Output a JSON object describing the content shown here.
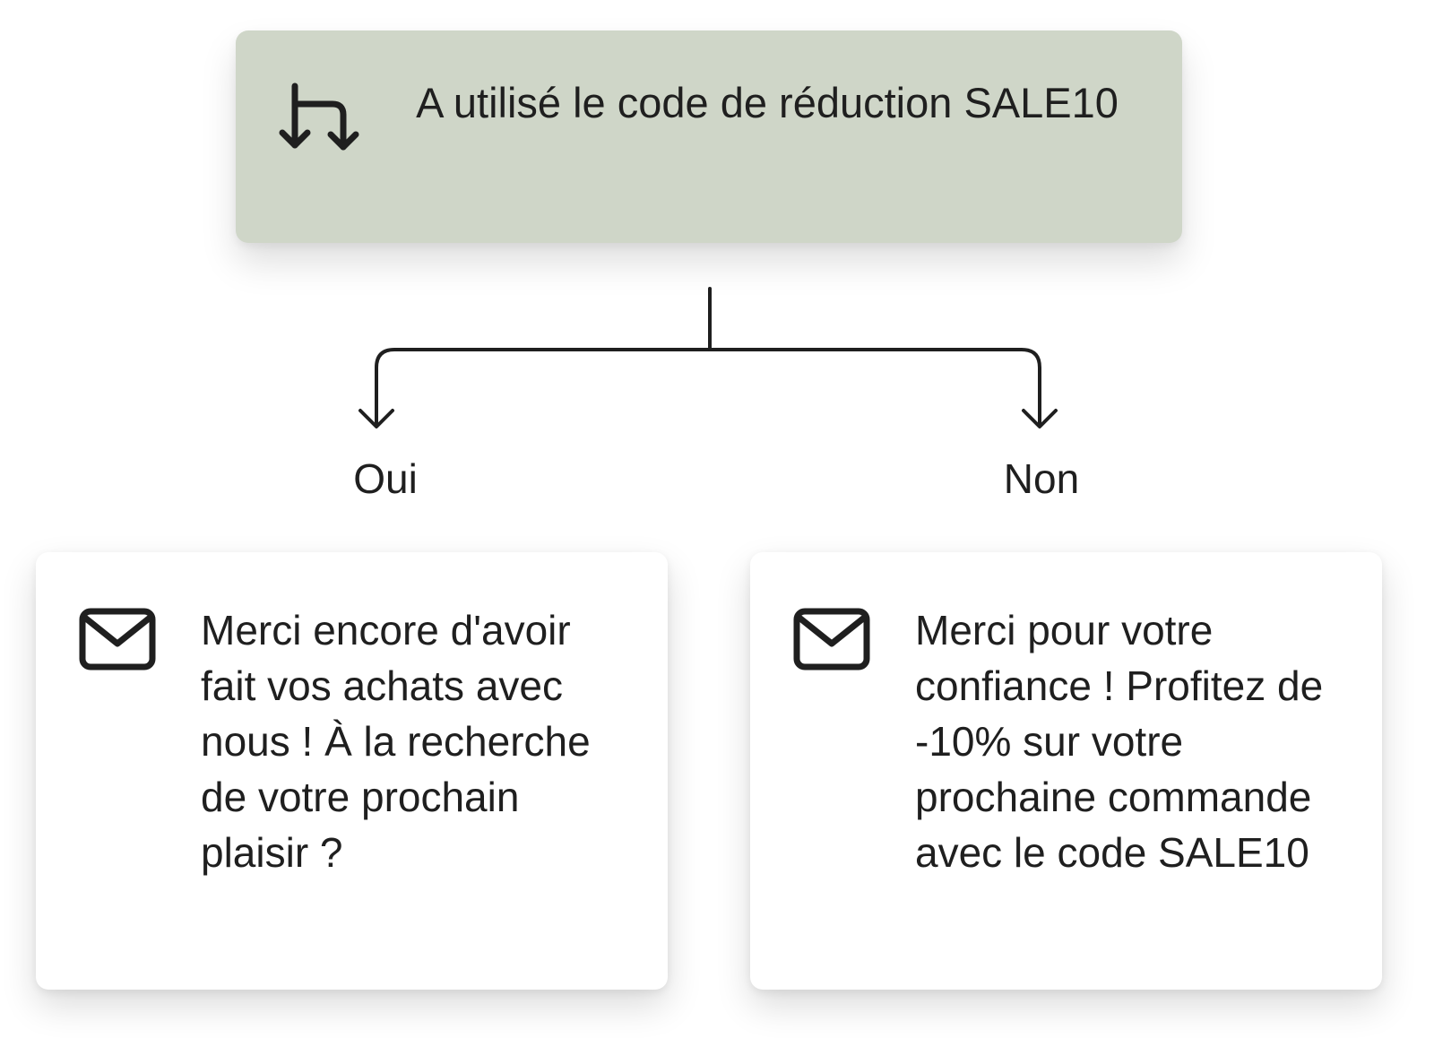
{
  "condition": {
    "label": "A utilisé le code de réduction SALE10",
    "icon": "split-arrows-icon",
    "background": "#cfd6c8"
  },
  "branches": [
    {
      "label": "Oui",
      "message": {
        "icon": "mail-icon",
        "text": "Merci encore d'avoir fait vos achats avec nous ! À la recherche de votre prochain plaisir ?"
      }
    },
    {
      "label": "Non",
      "message": {
        "icon": "mail-icon",
        "text": "Merci pour votre confiance ! Profitez de -10% sur votre prochaine commande avec le code SALE10"
      }
    }
  ]
}
